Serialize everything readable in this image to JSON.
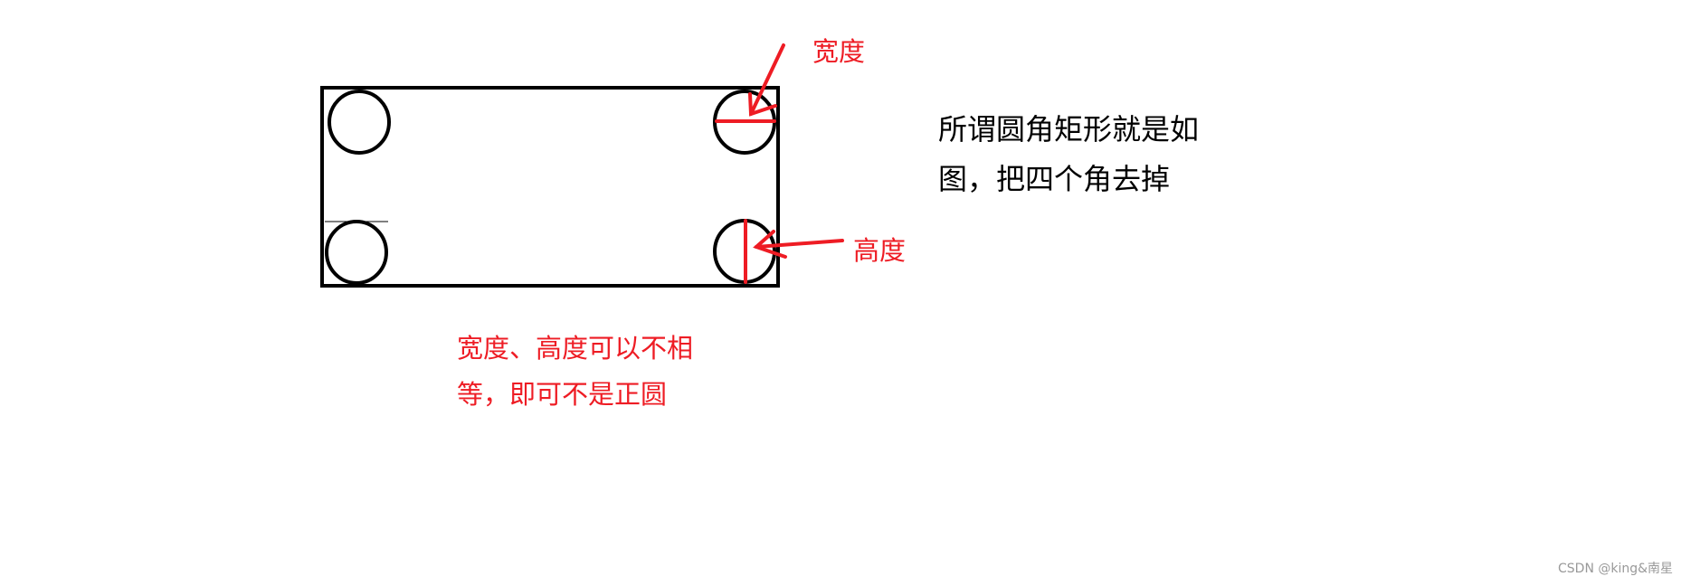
{
  "labels": {
    "width": "宽度",
    "height": "高度",
    "note_line1": "宽度、高度可以不相",
    "note_line2": "等，即可不是正圆"
  },
  "description": {
    "line1": "所谓圆角矩形就是如",
    "line2": "图，把四个角去掉"
  },
  "watermark": "CSDN @king&南星",
  "colors": {
    "annotation": "#ee1c24",
    "stroke": "#000000"
  }
}
